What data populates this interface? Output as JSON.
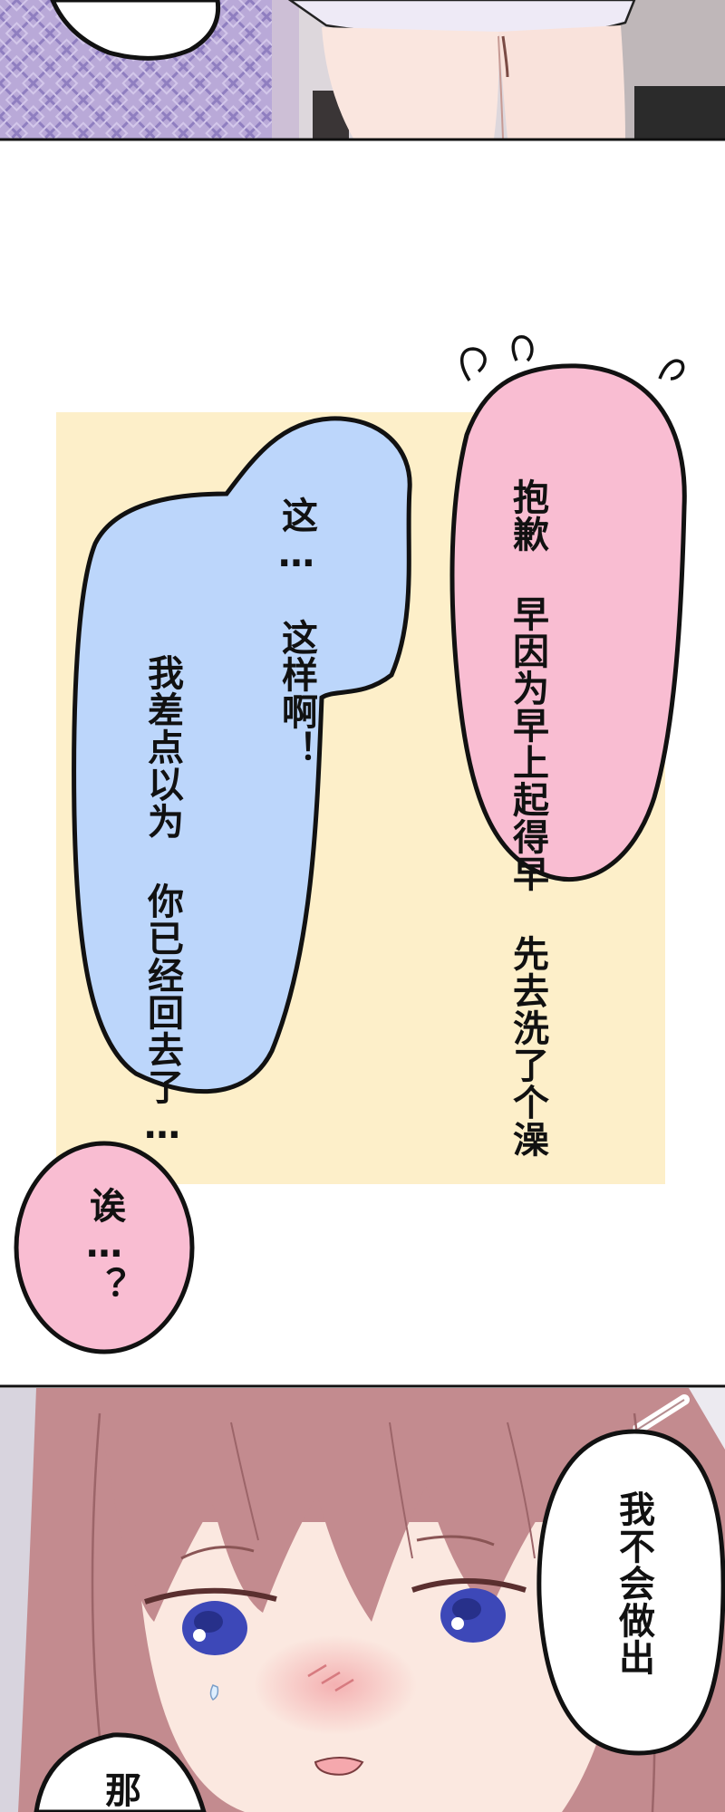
{
  "panels": {
    "top_bubble": {
      "lines": []
    },
    "pink_bubble_right": {
      "lines": [
        "抱歉",
        "早因为早上起得早",
        "先去洗了个澡"
      ]
    },
    "blue_bubble": {
      "lines": [
        "这…",
        "这样啊！",
        "我差点以为",
        "你已经回去了…"
      ]
    },
    "pink_bubble_left": {
      "lines": [
        "诶…？"
      ]
    },
    "bottom_bubble_right": {
      "lines": [
        "我不会做出"
      ]
    },
    "bottom_bubble_left": {
      "lines": [
        "那"
      ]
    }
  },
  "colors": {
    "pink_bubble": "#f9bdd2",
    "blue_bubble": "#bcd6fb",
    "yellow_backdrop": "#fdefc9",
    "hair": "#c38b8f",
    "eye": "#3d48b8"
  }
}
